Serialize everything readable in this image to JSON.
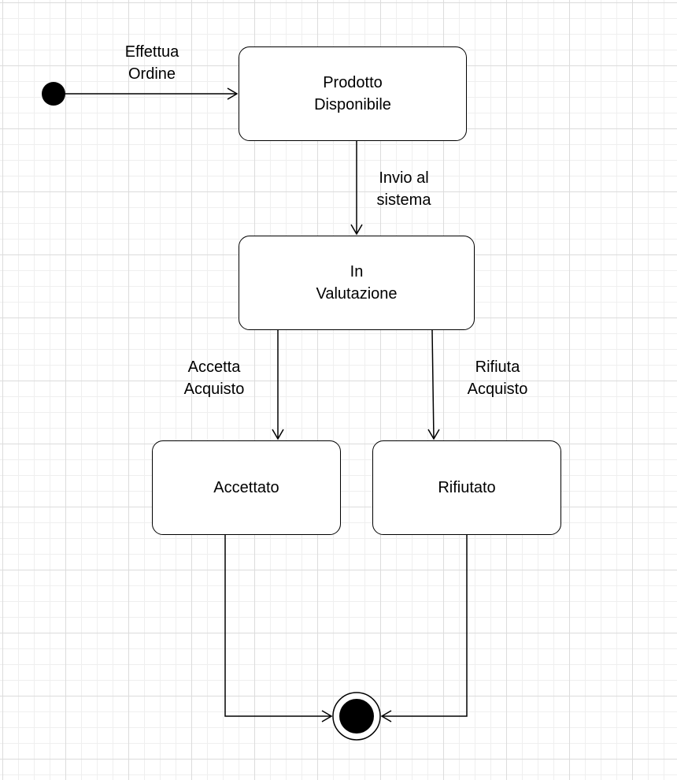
{
  "colors": {
    "stroke": "#000000",
    "state_fill": "#ffffff",
    "grid": "#dcdcdc"
  },
  "states": {
    "prodotto_disponibile": "Prodotto\nDisponibile",
    "in_valutazione": "In\nValutazione",
    "accettato": "Accettato",
    "rifiutato": "Rifiutato"
  },
  "transitions": {
    "effettua_ordine": "Effettua\nOrdine",
    "invio_al_sistema": "Invio al\nsistema",
    "accetta_acquisto": "Accetta\nAcquisto",
    "rifiuta_acquisto": "Rifiuta\nAcquisto"
  }
}
